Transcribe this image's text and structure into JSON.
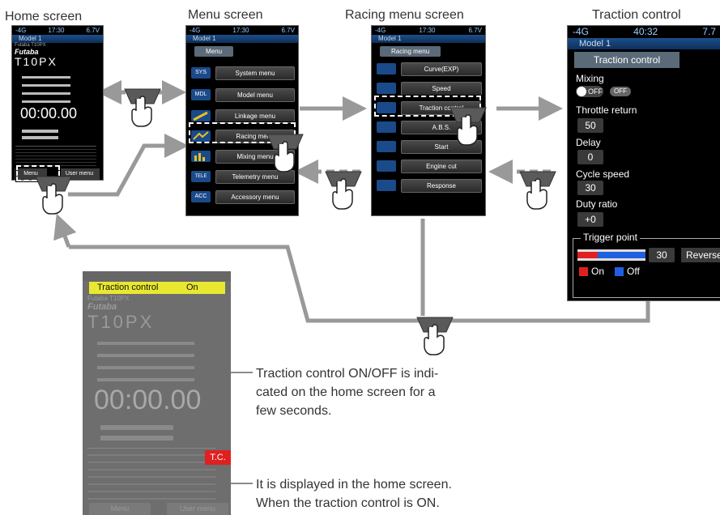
{
  "captions": {
    "home": "Home screen",
    "menu": "Menu screen",
    "racing": "Racing menu screen",
    "traction": "Traction control"
  },
  "home_screen": {
    "status_left": "-4G",
    "status_time": "17:30",
    "status_batt": "6.7V",
    "model": "Model 1",
    "user": "Futaba T10PX",
    "logo": "Futaba",
    "product": "T10PX",
    "timer": "00:00.00",
    "left_button": "Menu",
    "right_button": "User menu"
  },
  "menu_screen": {
    "status_left": "-4G",
    "status_time": "17:30",
    "status_batt": "6.7V",
    "model": "Model 1",
    "title": "Menu",
    "items": [
      {
        "label": "System menu",
        "icon": "SYS"
      },
      {
        "label": "Model menu",
        "icon": "MDL"
      },
      {
        "label": "Linkage menu",
        "icon": ""
      },
      {
        "label": "Racing menu",
        "icon": ""
      },
      {
        "label": "Mixing menu",
        "icon": ""
      },
      {
        "label": "Telemetry menu",
        "icon": "TELE"
      },
      {
        "label": "Accessory menu",
        "icon": "ACC"
      }
    ]
  },
  "racing_screen": {
    "status_left": "-4G",
    "status_time": "17:30",
    "status_batt": "6.7V",
    "model": "Model 1",
    "title": "Racing menu",
    "items": [
      {
        "label": "Curve(EXP)"
      },
      {
        "label": "Speed"
      },
      {
        "label": "Traction control"
      },
      {
        "label": "A.B.S."
      },
      {
        "label": "Start"
      },
      {
        "label": "Engine cut"
      },
      {
        "label": "Response"
      }
    ]
  },
  "traction_screen": {
    "status_left": "-4G",
    "status_time": "40:32",
    "status_batt": "7.7",
    "model": "Model 1",
    "title": "Traction control",
    "mixing_label": "Mixing",
    "mixing_toggle": "OFF",
    "mixing_state": "OFF",
    "throttle_return_label": "Throttle return",
    "throttle_return_value": "50",
    "delay_label": "Delay",
    "delay_value": "0",
    "cycle_speed_label": "Cycle speed",
    "cycle_speed_value": "30",
    "duty_ratio_label": "Duty ratio",
    "duty_ratio_value": "+0",
    "trigger_label": "Trigger point",
    "trigger_value": "30",
    "reverse_label": "Reverse",
    "legend_on": "On",
    "legend_off": "Off"
  },
  "zoom_screen": {
    "banner_label": "Traction control",
    "banner_state": "On",
    "user": "Futaba T10PX",
    "logo": "Futaba",
    "product": "T10PX",
    "timer": "00:00.00",
    "tc_badge": "T.C.",
    "left_button": "Menu",
    "right_button": "User menu"
  },
  "notes": {
    "note1": [
      "Traction control ON/OFF is indi-",
      "cated on the home screen for a",
      "few seconds."
    ],
    "note2": [
      "It is displayed in the home screen.",
      "When the traction control is ON."
    ]
  },
  "colors": {
    "arrow": "#999999",
    "highlight_border": "#ffffff",
    "banner": "#e8e830",
    "tc_badge": "#e02020",
    "legend_on": "#e02020",
    "legend_off": "#2060e0"
  }
}
